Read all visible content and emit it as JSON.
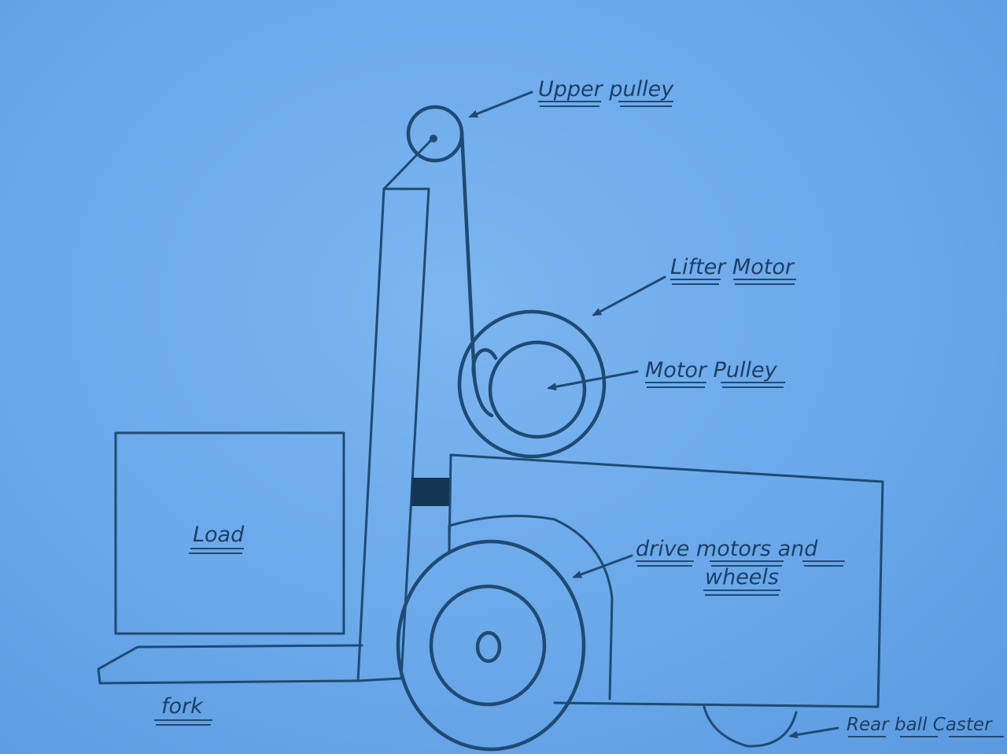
{
  "labels": {
    "upper_pulley": "Upper pulley",
    "lifter_motor": "Lifter Motor",
    "motor_pulley": "Motor Pulley",
    "drive_line1": "drive motors and",
    "drive_line2": "wheels",
    "load": "Load",
    "fork": "fork",
    "rear_caster": "Rear ball Caster"
  },
  "colors": {
    "paper": "#6aa8ea",
    "pencil": "#1f4a73"
  }
}
